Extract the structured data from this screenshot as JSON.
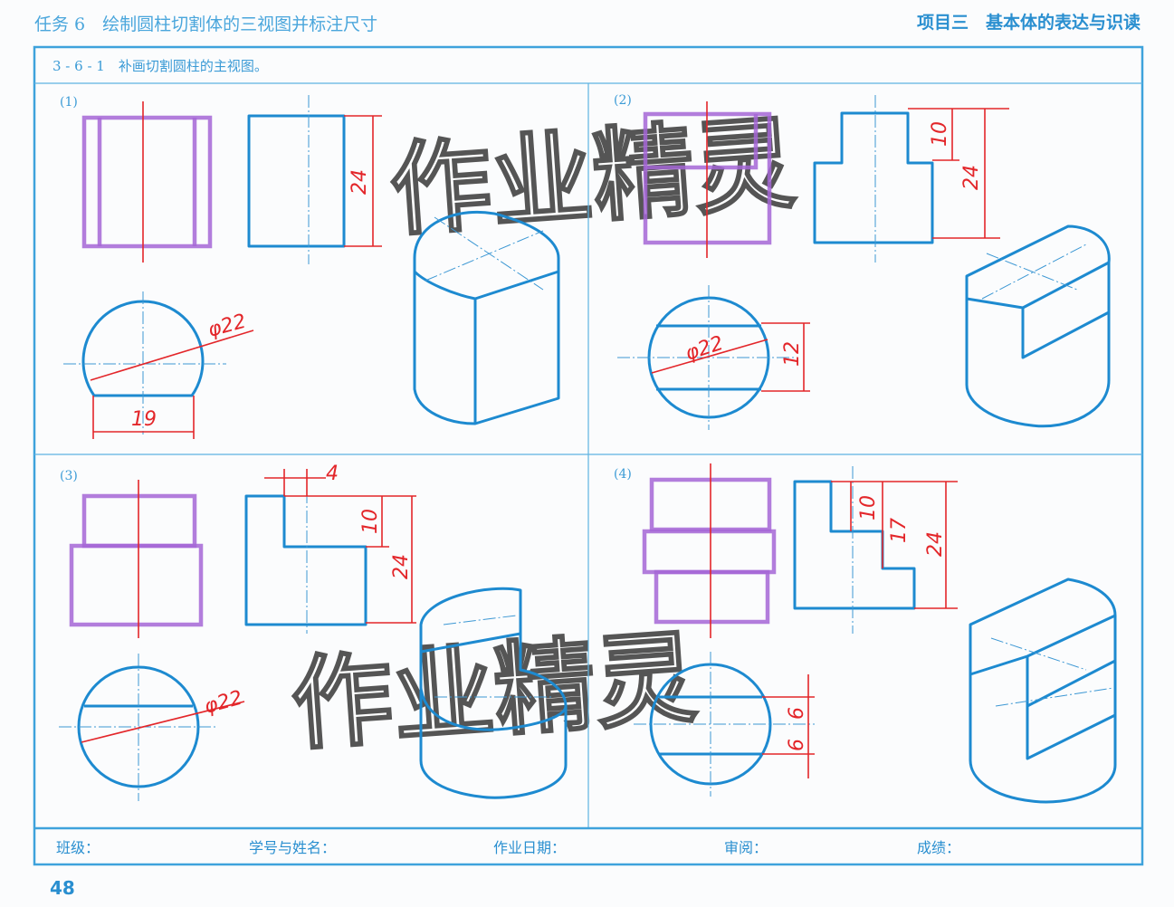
{
  "header": {
    "left": "任务 6　绘制圆柱切割体的三视图并标注尺寸",
    "right": "项目三　基本体的表达与识读"
  },
  "section": {
    "title": "3 - 6 - 1　补画切割圆柱的主视图。"
  },
  "panels": [
    {
      "label": "(1)",
      "dims": {
        "height": "24",
        "diameter": "φ22",
        "width": "19"
      }
    },
    {
      "label": "(2)",
      "dims": {
        "top": "10",
        "height": "24",
        "diameter": "φ22",
        "width": "12"
      }
    },
    {
      "label": "(3)",
      "dims": {
        "slot": "4",
        "top": "10",
        "height": "24",
        "diameter": "φ22"
      }
    },
    {
      "label": "(4)",
      "dims": {
        "top": "10",
        "mid": "17",
        "height": "24",
        "a": "6",
        "b": "6"
      }
    }
  ],
  "footer": {
    "class": "班级：",
    "name": "学号与姓名：",
    "date": "作业日期：",
    "review": "审阅：",
    "grade": "成绩："
  },
  "page_number": "48",
  "watermark": "作业精灵",
  "colors": {
    "frame": "#3ea2dc",
    "drawing": "#1d8ad0",
    "dimension": "#e3262a",
    "answer": "#a566d6"
  }
}
